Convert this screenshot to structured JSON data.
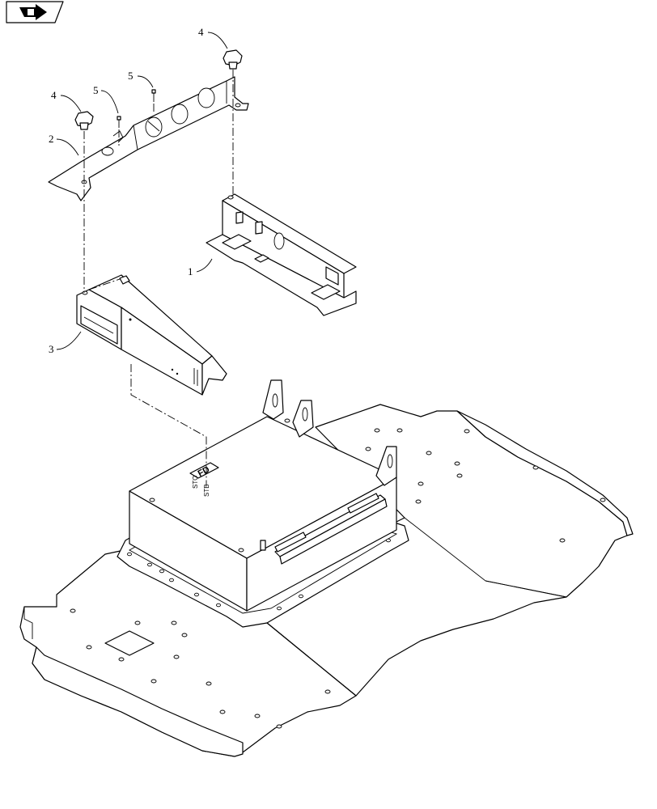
{
  "callouts": {
    "c1": "1",
    "c2": "2",
    "c3": "3",
    "c4a": "4",
    "c4b": "4",
    "c5a": "5",
    "c5b": "5"
  },
  "box_stamp": {
    "main": "FD",
    "side_left": "STO",
    "side_right": "STB"
  },
  "icons": {
    "nav": "arrow-right-icon"
  }
}
